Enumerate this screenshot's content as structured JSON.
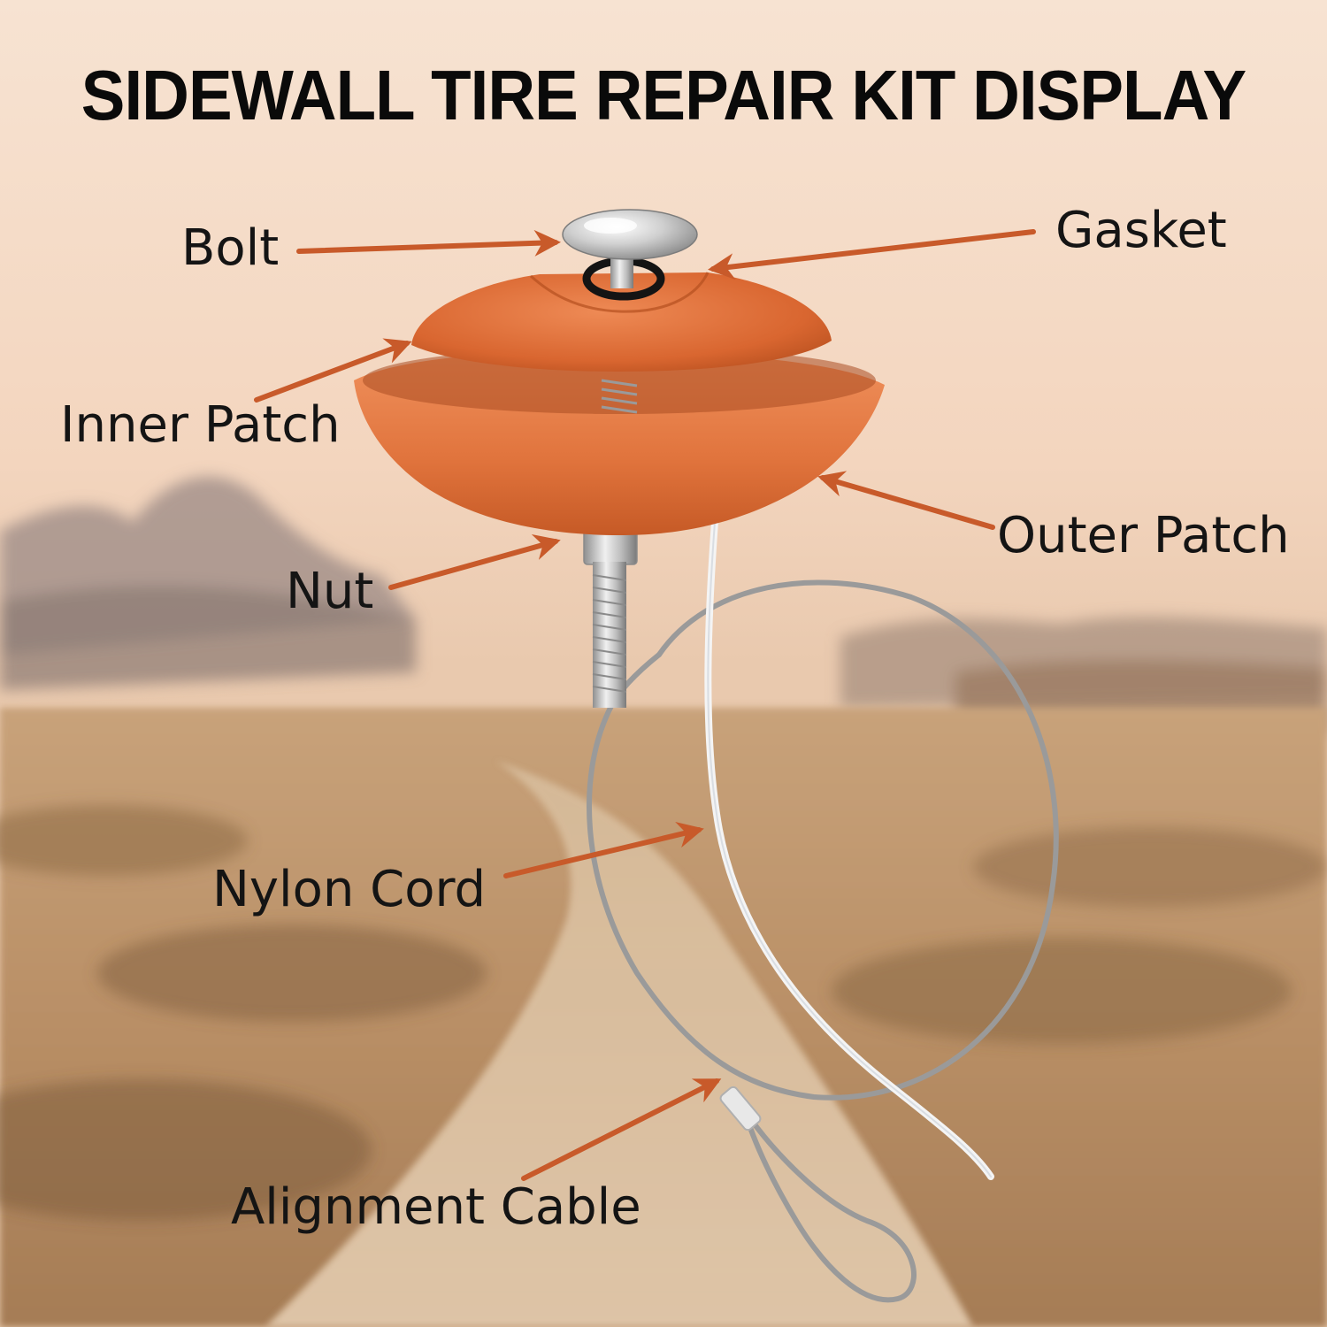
{
  "title": "SIDEWALL TIRE REPAIR KIT DISPLAY",
  "colors": {
    "accent_orange": "#c85a2a",
    "patch_orange": "#e07842",
    "sky_top": "#f6ddc8",
    "desert": "#c9a57c",
    "road": "#dcc4a6"
  },
  "labels": {
    "bolt": "Bolt",
    "gasket": "Gasket",
    "inner_patch": "Inner Patch",
    "outer_patch": "Outer Patch",
    "nut": "Nut",
    "nylon_cord": "Nylon Cord",
    "alignment_cable": "Alignment Cable"
  }
}
